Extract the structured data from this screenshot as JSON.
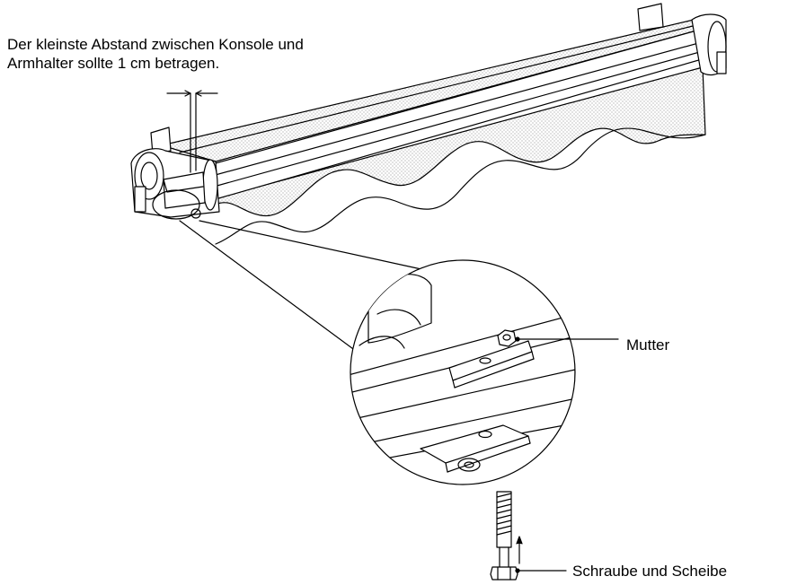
{
  "annotations": {
    "distance_note_line1": "Der kleinste Abstand zwischen Konsole und",
    "distance_note_line2": "Armhalter sollte 1 cm betragen.",
    "nut_label": "Mutter",
    "bolt_label": "Schraube und Scheibe"
  },
  "colors": {
    "line": "#000000",
    "fabric_dots": "#9a9a9a",
    "background": "#ffffff"
  }
}
